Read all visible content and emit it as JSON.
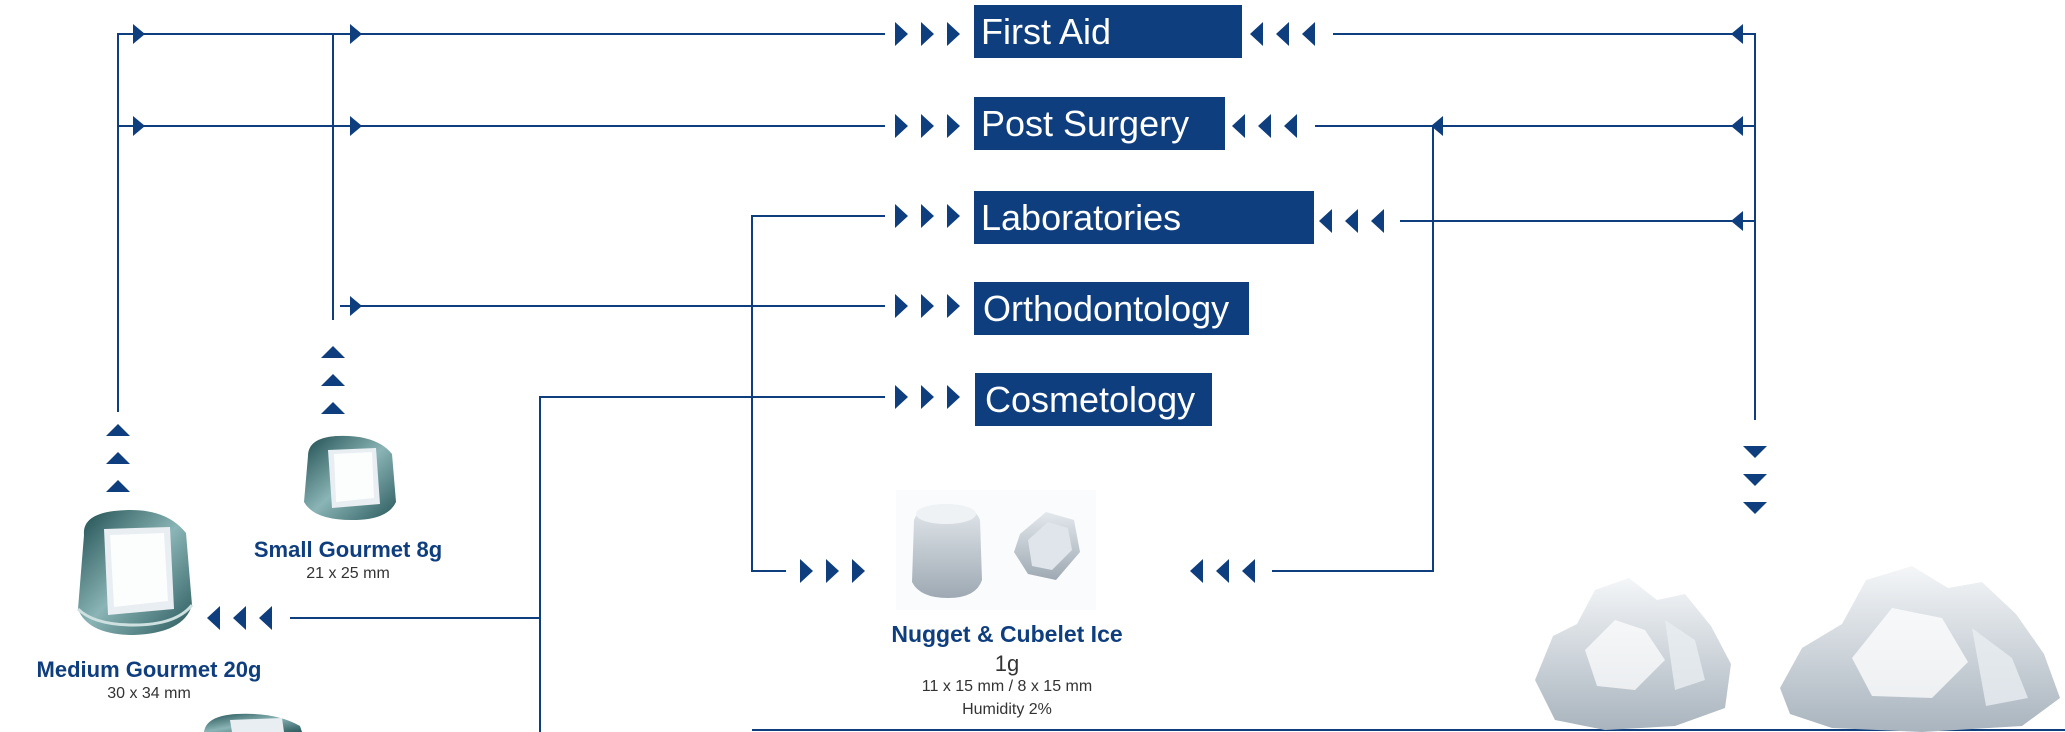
{
  "applications": [
    {
      "label": "First Aid"
    },
    {
      "label": "Post Surgery"
    },
    {
      "label": "Laboratories"
    },
    {
      "label": "Orthodontology"
    },
    {
      "label": "Cosmetology"
    }
  ],
  "ice_types": {
    "medium_gourmet": {
      "name": "Medium Gourmet 20g",
      "size": "30 x 34 mm"
    },
    "small_gourmet": {
      "name": "Small Gourmet 8g",
      "size": "21 x 25 mm"
    },
    "nugget": {
      "name": "Nugget & Cubelet Ice",
      "weight": "1g",
      "size": "11 x 15 mm / 8 x 15 mm",
      "humidity": "Humidity 2%"
    }
  },
  "colors": {
    "brand": "#0f3e7e",
    "line": "#0f3e7e"
  }
}
